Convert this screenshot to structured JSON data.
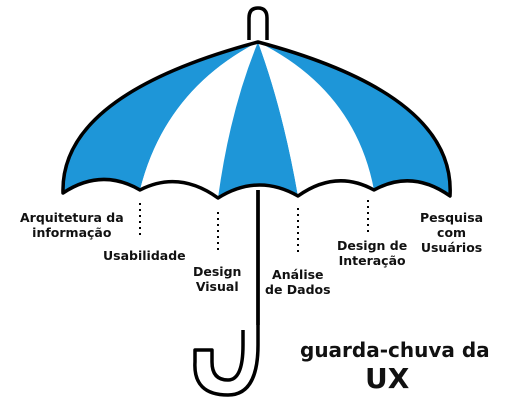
{
  "colors": {
    "panel_blue": "#1e96d8",
    "panel_white": "#ffffff",
    "outline": "#000000"
  },
  "labels": [
    {
      "lines": [
        "Arquitetura da",
        "informação"
      ]
    },
    {
      "lines": [
        "Usabilidade"
      ]
    },
    {
      "lines": [
        "Design",
        "Visual"
      ]
    },
    {
      "lines": [
        "Análise",
        "de Dados"
      ]
    },
    {
      "lines": [
        "Design de",
        "Interação"
      ]
    },
    {
      "lines": [
        "Pesquisa",
        "com",
        "Usuários"
      ]
    }
  ],
  "caption": {
    "line1": "guarda-chuva da",
    "line2": "UX"
  }
}
